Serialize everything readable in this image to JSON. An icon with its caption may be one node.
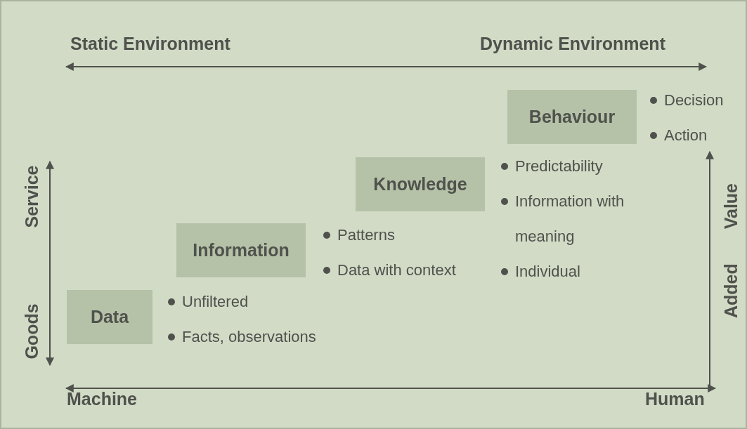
{
  "diagram": {
    "nodes": [
      {
        "text": [
          "Data"
        ],
        "beside": [
          "Unfiltered",
          "Facts, observations"
        ]
      },
      {
        "text": [
          "Information"
        ],
        "beside": [
          "Patterns",
          "Data with context"
        ]
      },
      {
        "text": [
          "Knowledge"
        ],
        "beside": [
          "Predictability",
          "Information with meaning",
          "Individual"
        ]
      },
      {
        "text": [
          "Behaviour"
        ],
        "beside": [
          "Decision",
          "Action"
        ]
      }
    ],
    "edges": [],
    "labels": [
      "Static Environment",
      "Dynamic Environment",
      "Service",
      "Goods",
      "Added Value",
      "Machine",
      "Human"
    ]
  }
}
